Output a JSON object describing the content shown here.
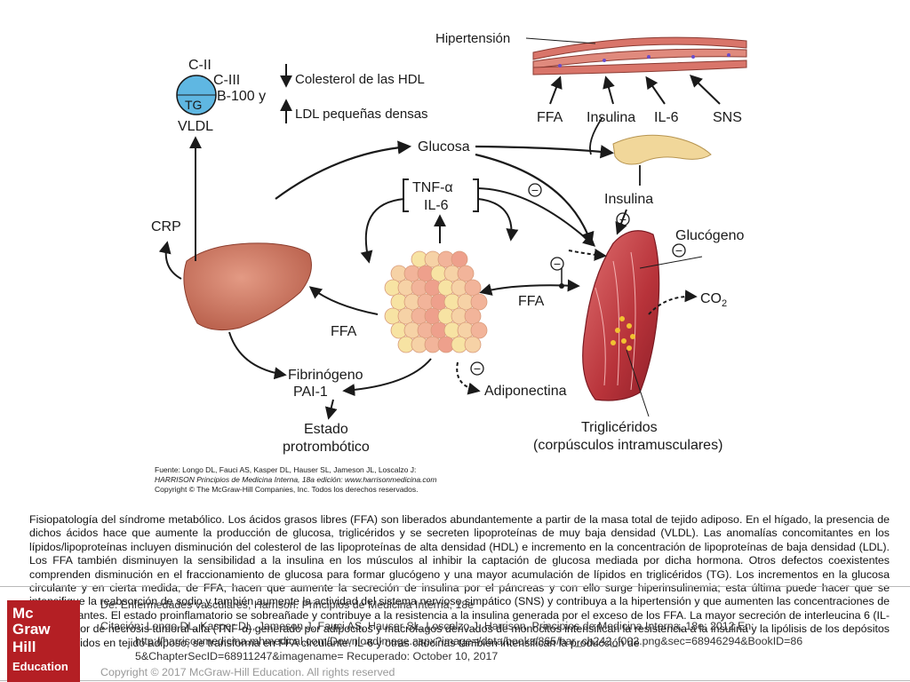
{
  "diagram": {
    "vldl": {
      "labels": [
        "C-II",
        "C-III",
        "B-100 y",
        "TG",
        "VLDL"
      ]
    },
    "lipids": {
      "hdl": "Colesterol de las HDL",
      "ldl": "LDL pequeñas densas"
    },
    "hypertension": "Hipertensión",
    "factors": [
      "FFA",
      "Insulina",
      "IL-6",
      "SNS"
    ],
    "glucose": "Glucosa",
    "cytokines": [
      "TNF-α",
      "IL-6"
    ],
    "insulin": "Insulina",
    "glycogen": "Glucógeno",
    "crp": "CRP",
    "ffa": "FFA",
    "co2": "CO",
    "co2_sub": "2",
    "fibrinogen": "Fibrinógeno",
    "pai1": "PAI-1",
    "adiponectin": "Adiponectina",
    "prothrombotic": [
      "Estado",
      "protrombótico"
    ],
    "triglycerides": [
      "Triglicéridos",
      "(corpúsculos intramusculares)"
    ],
    "inhibit_symbol": "−",
    "source": [
      "Fuente: Longo DL, Fauci AS, Kasper DL, Hauser SL, Jameson JL, Loscalzo J:",
      "HARRISON Principios de Medicina Interna, 18a edición: www.harrisonmedicina.com",
      "Copyright © The McGraw-Hill Companies, Inc. Todos los derechos reservados."
    ]
  },
  "caption": "Fisiopatología del síndrome metabólico. Los ácidos grasos libres (FFA) son liberados abundantemente a partir de la masa total de tejido adiposo. En el hígado, la presencia de dichos ácidos hace que aumente la producción de glucosa, triglicéridos y se secreten lipoproteínas de muy baja densidad (VLDL). Las anomalías concomitantes en los lípidos/lipoproteínas incluyen disminución del colesterol de las lipoproteínas de alta densidad (HDL) e incremento en la concentración de lipoproteínas de baja densidad (LDL). Los FFA también disminuyen la sensibilidad a la insulina en los músculos al inhibir la captación de glucosa mediada por dicha hormona. Otros defectos coexistentes comprenden disminución en el fraccionamiento de glucosa para formar glucógeno y una mayor acumulación de lípidos en triglicéridos (TG). Los incrementos en la glucosa circulante y en cierta medida, de FFA, hacen que aumente la secreción de insulina por el páncreas y con ello surge hiperinsulinemia; esta última puede hacer que se intensifique la reabsorción de sodio y también aumente la actividad del sistema nervioso simpático (SNS) y contribuya a la hipertensión y que aumenten las concentraciones de FFA circulantes. El estado proinflamatorio se sobreañade y contribuye a la resistencia a la insulina generada por el exceso de los FFA. La mayor secreción de interleucina 6 (IL-6) y el factor de necrosis tumoral alfa (TNF-α) generado por adipocitos y macrófagos derivados de monocitos intensifican la resistencia a la insulina y la lipólisis de los depósitos de triglicéridos en tejido adiposo, se transforma en FFA circulante. IL-6 y otras citocinas también intensifican la producción de",
  "overlay": {
    "from": "De: Enfermedades vasculares, Harrison. Principios de Medicina Interna, 18e",
    "citation": "Citación: Longo DL, Kasper DL, Jameson J, Fauci AS, Hauser SL, Loscalzo J. Harrison. Principios de Medicina Interna, 18e; 2012 En:",
    "url": "http://harrisonmedicina.mhmedical.com/DownloadImage.aspx?image=/data/books/865/har_ch242_f002.png&sec=68946294&BookID=86",
    "url2": "5&ChapterSecID=68911247&imagename= Recuperado: October 10, 2017",
    "copyright": "Copyright © 2017 McGraw-Hill Education. All rights reserved"
  },
  "logo": {
    "lines": [
      "Mc",
      "Graw",
      "Hill",
      "Education"
    ]
  }
}
